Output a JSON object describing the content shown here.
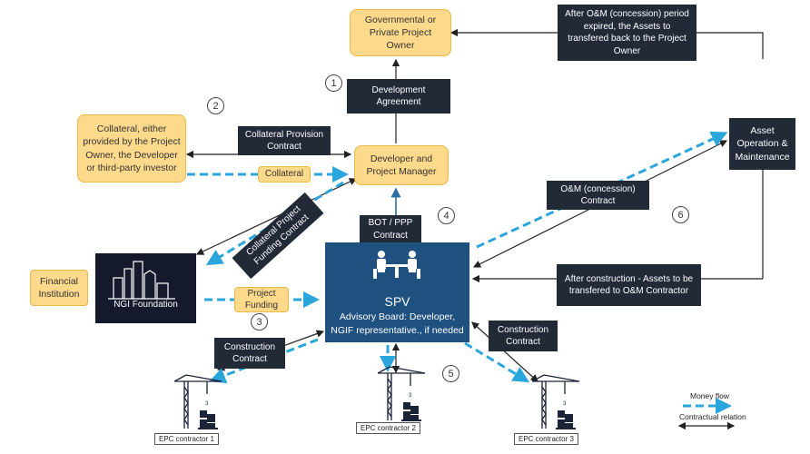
{
  "nodes": {
    "owner": "Governmental or Private Project Owner",
    "developer": "Developer and Project Manager",
    "collateral_provider": "Collateral, either provided by the Project Owner, the Developer or third-party investor",
    "financial_institution": "Financial Institution",
    "asset_om": "Asset Operation & Maintenance"
  },
  "contracts": {
    "development_agreement": "Development Agreement",
    "collateral_provision": "Collateral Provision Contract",
    "bot_ppp": "BOT / PPP Contract",
    "om_concession": "O&M (concession) Contract",
    "after_om": "After O&M (concession) period expired, the Assets to transfered back to the Project Owner",
    "after_construction": "After construction - Assets to be transfered to O&M Contractor",
    "collateral_project_funding": "Collateral Project Funding Contract",
    "construction_left": "Construction Contract",
    "construction_right": "Construction Contract"
  },
  "money_labels": {
    "collateral": "Collateral",
    "project_funding": "Project Funding"
  },
  "spv": {
    "title": "SPV",
    "subtitle": "Advisory Board: Developer, NGIF representative., if needed"
  },
  "ngi": {
    "name": "NGI Foundation"
  },
  "steps": [
    "1",
    "2",
    "3",
    "4",
    "5",
    "6"
  ],
  "epc": {
    "c1": "EPC contractor 1",
    "c2": "EPC contractor 2",
    "c3": "EPC contractor 3",
    "crane_number": "3"
  },
  "legend": {
    "money": "Money flow",
    "contract": "Contractual relation"
  },
  "colors": {
    "money_arrow": "#2aa6dc",
    "contract_arrow": "#222222",
    "spv_bg": "#1f5180",
    "dark_box": "#222a38",
    "yellow_box": "#fcd98b"
  }
}
